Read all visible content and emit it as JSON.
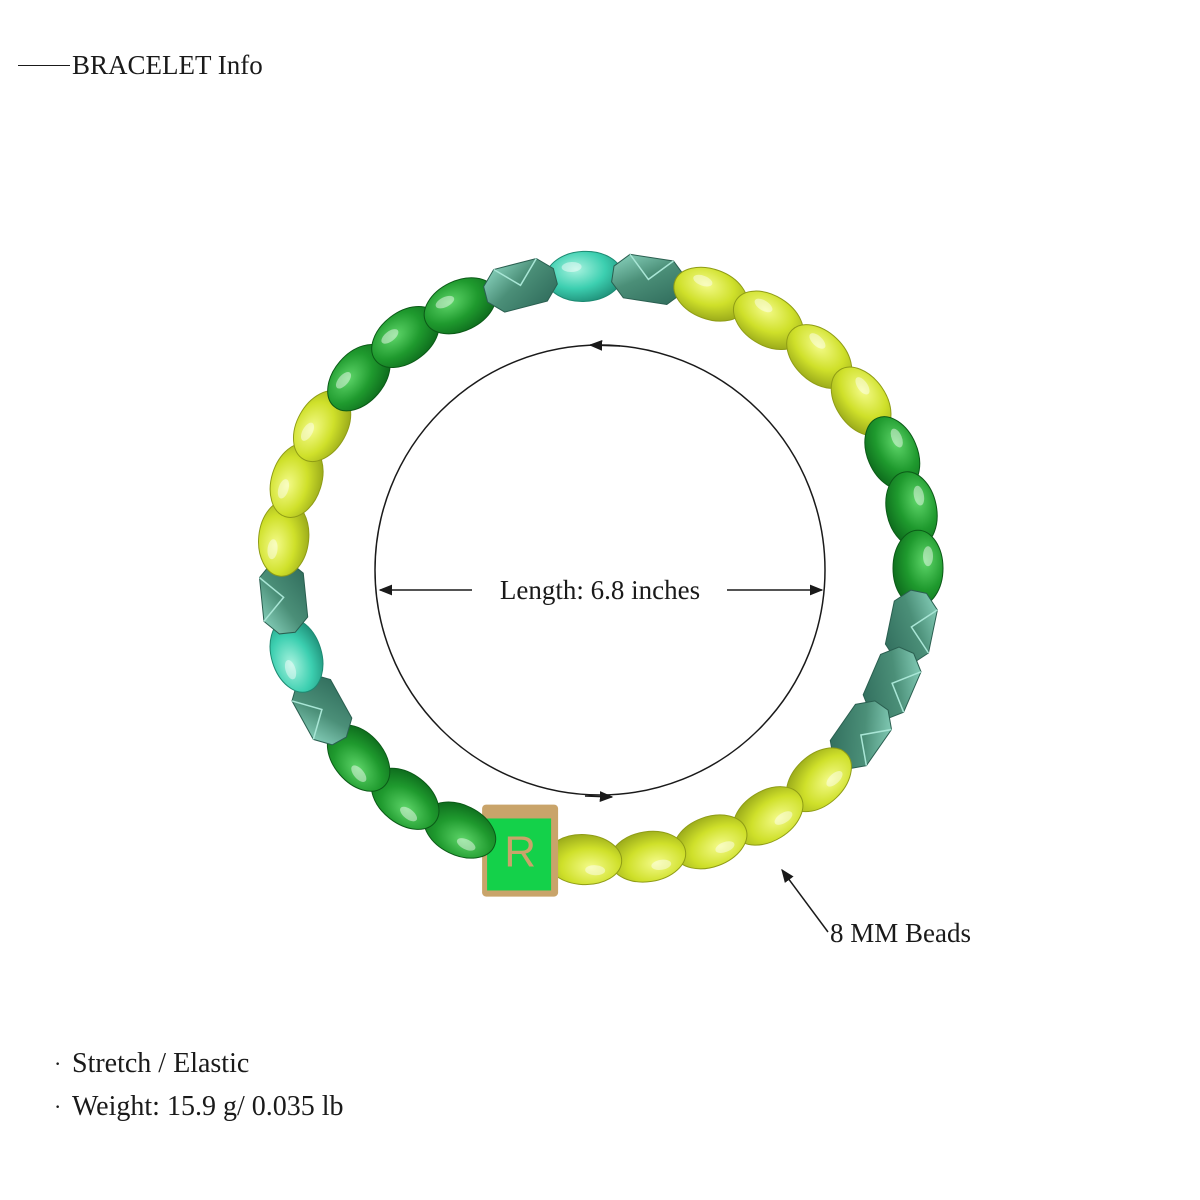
{
  "header": {
    "title": "BRACELET Info"
  },
  "diagram": {
    "length_label": "Length: 6.8 inches",
    "bead_label": "8 MM Beads",
    "charm_letter": "R"
  },
  "specs": [
    {
      "bullet": "·",
      "text": "Stretch / Elastic"
    },
    {
      "bullet": "·",
      "text": "Weight: 15.9 g/ 0.035 lb"
    }
  ],
  "colors": {
    "jade_green": "#1f9a2e",
    "lime_yellow": "#cfe02a",
    "turquoise": "#3ccfb0",
    "faceted_teal": "#4b8f78",
    "charm_green": "#14d14a",
    "charm_gold": "#c9a46a"
  },
  "beads": [
    "turquoise",
    "faceted",
    "lime",
    "lime",
    "lime",
    "lime",
    "green",
    "green",
    "green",
    "faceted",
    "faceted",
    "faceted",
    "lime",
    "lime",
    "lime",
    "lime",
    "lime",
    "charm",
    "green",
    "green",
    "green",
    "faceted",
    "turquoise",
    "faceted",
    "lime",
    "lime",
    "lime",
    "green",
    "green",
    "green",
    "faceted"
  ]
}
